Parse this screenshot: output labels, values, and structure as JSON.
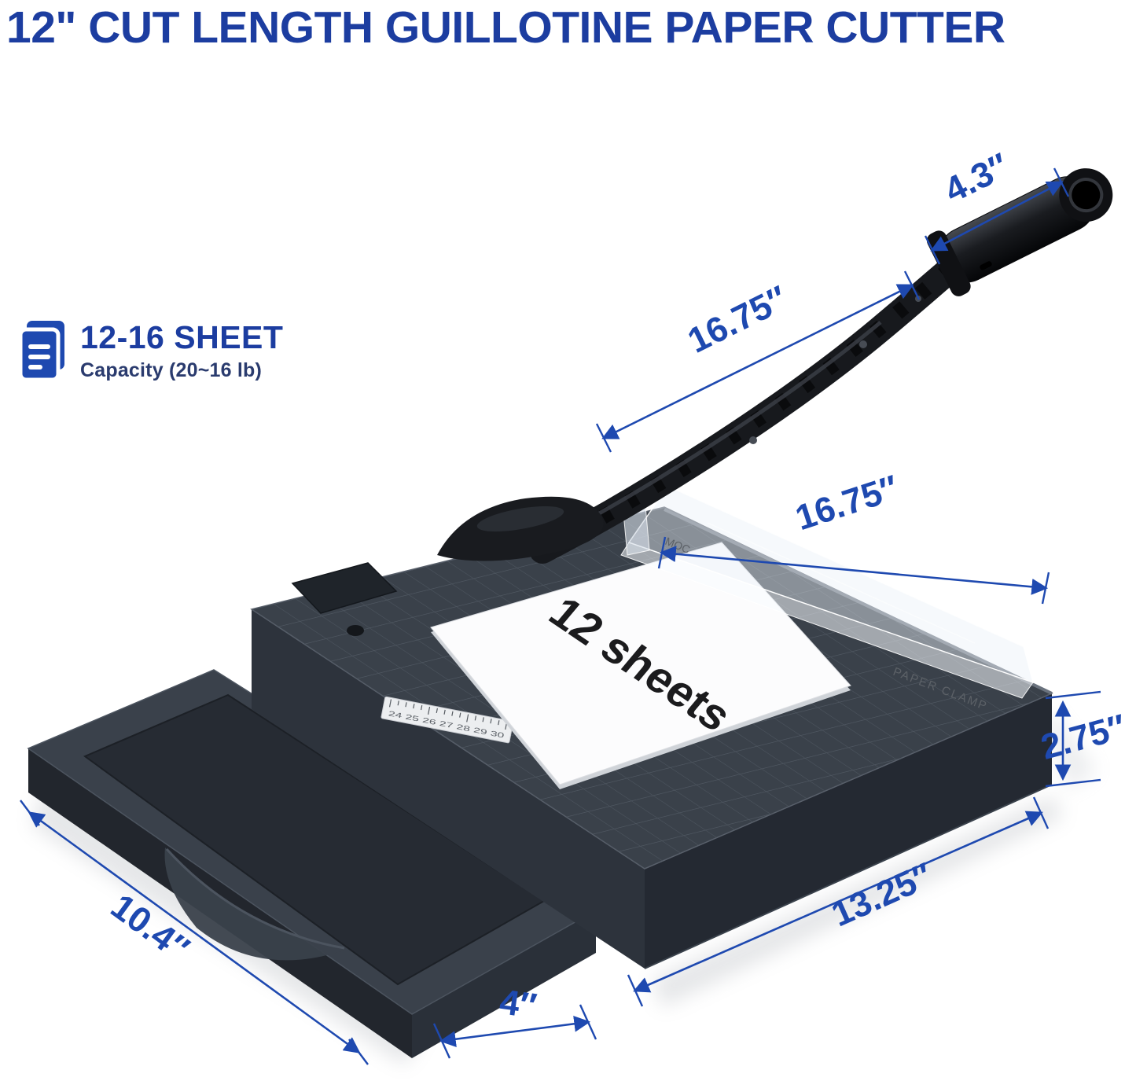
{
  "title": "12\" CUT LENGTH GUILLOTINE PAPER CUTTER",
  "capacity": {
    "heading": "12-16 SHEET",
    "subtitle": "Capacity (20~16 lb)"
  },
  "paper_label": "12 sheets",
  "clamp": {
    "brand": "MOC",
    "label": "PAPER CLAMP"
  },
  "ruler_numbers": "24 25 26 27 28 29 30",
  "dimensions": {
    "handle_length": "4.3″",
    "blade_length": "16.75″",
    "cut_length": "16.75″",
    "base_height": "2.75″",
    "base_length": "13.25″",
    "drawer_length": "10.4″",
    "drawer_extension": "4″"
  },
  "colors": {
    "accent_blue": "#1e49b0",
    "title_blue": "#1c3da0",
    "base_gray": "#3a414a",
    "handle_black": "#17191d"
  }
}
